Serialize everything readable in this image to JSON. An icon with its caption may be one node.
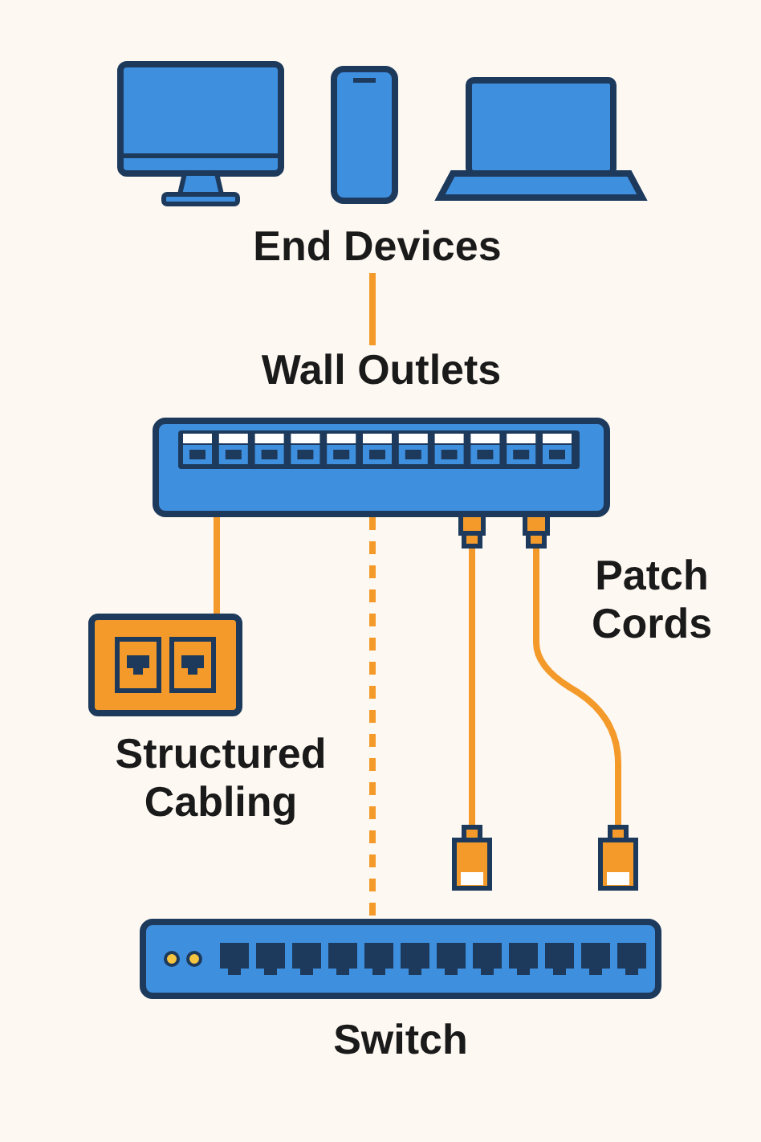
{
  "diagram": {
    "nodes": [
      {
        "text": [
          "End Devices"
        ]
      },
      {
        "text": [
          "Wall Outlets"
        ]
      },
      {
        "text": [
          "Structured Cabling"
        ]
      },
      {
        "text": [
          "Switch"
        ]
      }
    ],
    "edges": [
      {
        "from": 0,
        "to": 1,
        "arrow": "none"
      },
      {
        "from": 1,
        "to": 2,
        "arrow": "none"
      },
      {
        "from": 1,
        "to": 3,
        "arrow": "none",
        "style": "dashed"
      }
    ],
    "labels": [
      "Patch Cords"
    ]
  }
}
